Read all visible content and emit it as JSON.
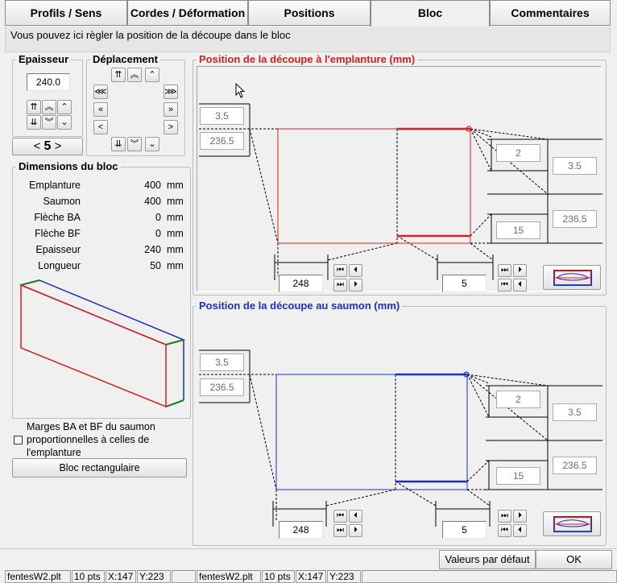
{
  "tabs": [
    {
      "label": "Profils / Sens"
    },
    {
      "label": "Cordes / Déformation"
    },
    {
      "label": "Positions"
    },
    {
      "label": "Bloc"
    },
    {
      "label": "Commentaires"
    }
  ],
  "hint": "Vous pouvez ici règler la position de la découpe dans le bloc",
  "epaisseur": {
    "title": "Epaisseur",
    "value": "240.0",
    "step_label": "5"
  },
  "deplacement": {
    "title": "Déplacement"
  },
  "dimensions": {
    "title": "Dimensions du bloc",
    "rows": [
      {
        "label": "Emplanture",
        "value": "400",
        "unit": "mm"
      },
      {
        "label": "Saumon",
        "value": "400",
        "unit": "mm"
      },
      {
        "label": "Flèche BA",
        "value": "0",
        "unit": "mm"
      },
      {
        "label": "Flèche BF",
        "value": "0",
        "unit": "mm"
      },
      {
        "label": "Epaisseur",
        "value": "240",
        "unit": "mm"
      },
      {
        "label": "Longueur",
        "value": "50",
        "unit": "mm"
      }
    ]
  },
  "marges_checkbox": {
    "label_1": "Marges BA et BF du saumon",
    "label_2": "proportionnelles à celles de",
    "label_3": "l'emplanture",
    "checked": false
  },
  "bloc_rect_button": "Bloc rectangulaire",
  "emplanture_panel": {
    "title": "Position de la découpe à l'emplanture (mm)",
    "color": "#d42020",
    "top_left": "3.5",
    "left_lower": "236.5",
    "right_small_top": "2",
    "right_big_top": "3.5",
    "right_small_bottom": "15",
    "right_big_bottom": "236.5",
    "bottom_left": "248",
    "bottom_right": "5"
  },
  "saumon_panel": {
    "title": "Position de la découpe au saumon (mm)",
    "color": "#1c2fc4",
    "top_left": "3.5",
    "left_lower": "236.5",
    "right_small_top": "2",
    "right_big_top": "3.5",
    "right_small_bottom": "15",
    "right_big_bottom": "236.5",
    "bottom_left": "248",
    "bottom_right": "5"
  },
  "footer": {
    "defaults_button": "Valeurs par défaut",
    "ok_button": "OK"
  },
  "status": {
    "file1": "fentesW2.plt",
    "pts1": "10 pts",
    "x1": "X:147",
    "y1": "Y:223",
    "file2": "fentesW2.plt",
    "pts2": "10 pts",
    "x2": "X:147",
    "y2": "Y:223"
  },
  "arrows": {
    "ffup": "⏫",
    "up": "⌃",
    "dblup": "⇈",
    "left": "<",
    "right": ">",
    "dblleft": "«",
    "dblright": "»",
    "down": "⌄",
    "dbldown": "⇊"
  }
}
